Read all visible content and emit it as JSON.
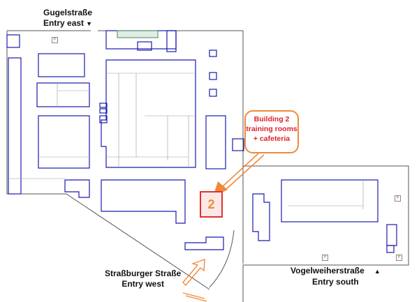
{
  "entries": {
    "north": {
      "street": "Gugelstraße",
      "entry": "Entry east",
      "arrow": "▼"
    },
    "west": {
      "street": "Straßburger Straße",
      "entry": "Entry west"
    },
    "south": {
      "street": "Vogelweiherstraße",
      "entry": "Entry south",
      "arrow": "▲"
    }
  },
  "callout": {
    "line1": "Building 2",
    "line2": "training rooms",
    "line3": "+ cafeteria"
  },
  "building_number": "2",
  "parking_symbol": "P",
  "colors": {
    "building_outline": "#1a1ab0",
    "grounds": "#555555",
    "highlight": "#e03030",
    "accent": "#f08a3a",
    "callout_text": "#e0222a"
  }
}
